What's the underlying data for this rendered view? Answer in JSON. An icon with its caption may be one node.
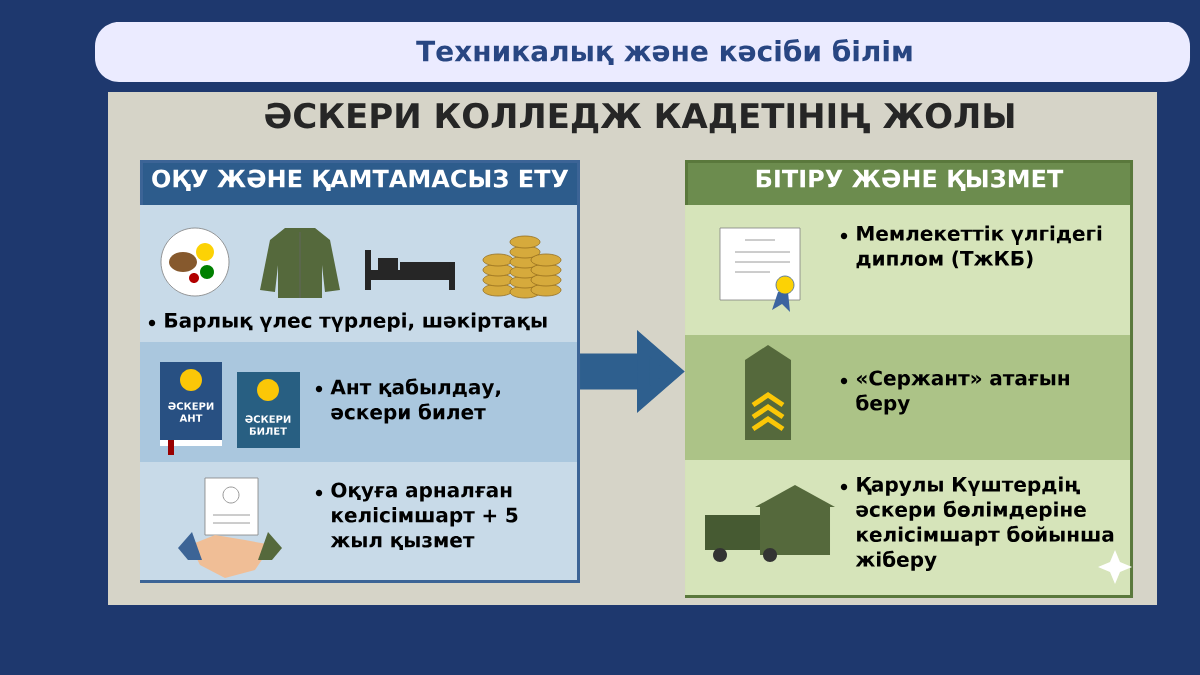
{
  "diagram": {
    "title": "Техникалық және кәсіби білім",
    "nodes": [
      {
        "text": [
          "ОҚУ ЖӘНЕ ҚАМТАМАСЫЗ ЕТУ"
        ]
      },
      {
        "text": [
          "Барлық үлес түрлері, шәкіртақы"
        ],
        "in": 0
      },
      {
        "text": [
          "Ант қабылдау, әскери билет"
        ],
        "in": 0
      },
      {
        "text": [
          "Оқуға арналған келісімшарт + 5 жыл қызмет"
        ],
        "in": 0
      },
      {
        "text": [
          "БІТІРУ ЖӘНЕ ҚЫЗМЕТ"
        ]
      },
      {
        "text": [
          "Мемлекеттік үлгідегі диплом (ТжКБ)"
        ],
        "in": 4
      },
      {
        "text": [
          "«Сержант» атағын беру"
        ],
        "in": 4
      },
      {
        "text": [
          "Қарулы Күштердің әскери бөлімдеріне келісімшарт бойынша жіберу"
        ],
        "in": 4
      }
    ],
    "edges": [
      {
        "from": 0,
        "to": 4,
        "arrow": "to"
      }
    ],
    "labels": [
      "ӘСКЕРИ КОЛЛЕДЖ КАДЕТІНІҢ ЖОЛЫ",
      "ӘСКЕРИ АНТ",
      "ӘСКЕРИ БИЛЕТ"
    ]
  }
}
